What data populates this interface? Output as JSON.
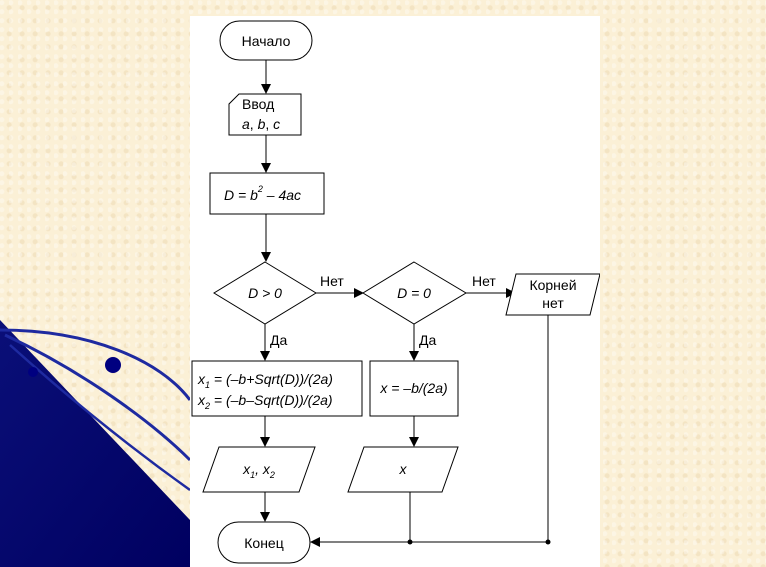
{
  "flowchart": {
    "start": "Начало",
    "input": {
      "title": "Ввод",
      "vars": [
        "a",
        "b",
        "c"
      ],
      "sep": ", "
    },
    "discriminant": {
      "lhs": "D = b",
      "power": "2",
      "rhs": " – 4ac"
    },
    "cond1": "D > 0",
    "cond2": "D = 0",
    "no_label_1": "Нет",
    "no_label_2": "Нет",
    "yes_label_1": "Да",
    "yes_label_2": "Да",
    "roots": {
      "line1": {
        "var": "x",
        "sub": "1",
        "expr": " = (–b+Sqrt(D))/(2a)"
      },
      "line2": {
        "var": "x",
        "sub": "2",
        "expr": " = (–b–Sqrt(D))/(2a)"
      }
    },
    "single_root": "x = –b/(2a)",
    "output_two": {
      "v1": "x",
      "s1": "1",
      "sep": ", ",
      "v2": "x",
      "s2": "2"
    },
    "output_one": "x",
    "no_roots": [
      "Корней",
      "нет"
    ],
    "end": "Конец"
  },
  "colors": {
    "background": "#fbf0d6",
    "panel": "#ffffff",
    "decoration_blue": "#000080",
    "decoration_line": "#1e2aa0"
  }
}
